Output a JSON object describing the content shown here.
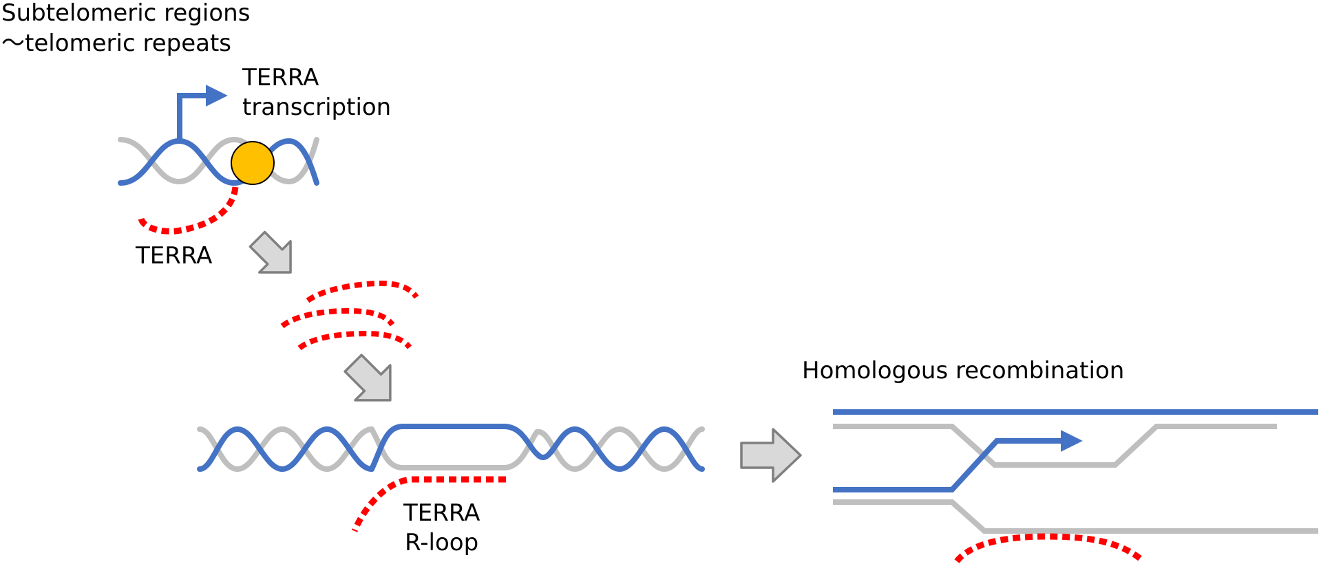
{
  "labels": {
    "subtelomeric_line1": "Subtelomeric regions",
    "subtelomeric_line2": "～telomeric repeats",
    "terra_transcription_line1": "TERRA",
    "terra_transcription_line2": "transcription",
    "terra": "TERRA",
    "terra_rloop_line1": "TERRA",
    "terra_rloop_line2": "R-loop",
    "homologous_recombination": "Homologous recombination"
  },
  "colors": {
    "dna_blue": "#4472C4",
    "dna_gray": "#BFBFBF",
    "terra_red": "#FF0000",
    "polymerase": "#FFC000",
    "arrow_fill": "#D9D9D9",
    "arrow_stroke": "#7F7F7F"
  }
}
